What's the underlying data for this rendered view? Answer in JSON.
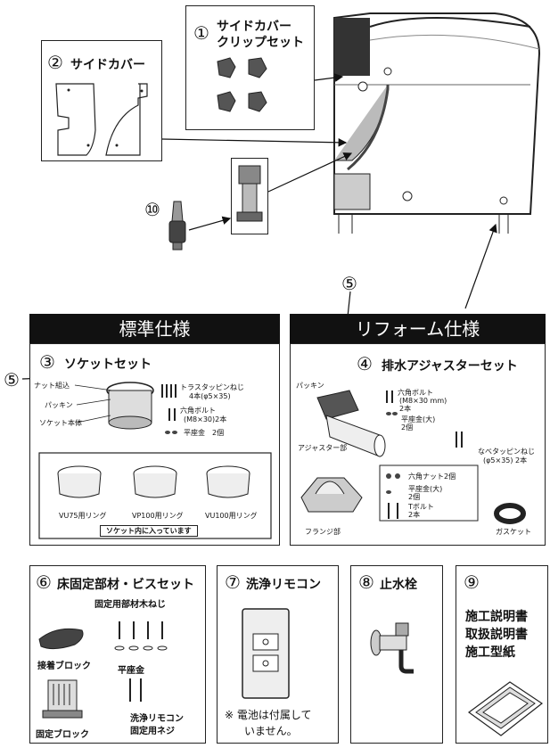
{
  "clip_set": {
    "num": "①",
    "title_line1": "サイドカバー",
    "title_line2": "クリップセット"
  },
  "side_cover": {
    "num": "②",
    "title": "サイドカバー"
  },
  "valve": {
    "num": "⑩"
  },
  "callout_5": "⑤",
  "standard": {
    "header": "標準仕様",
    "num": "③",
    "title": "ソケットセット",
    "nut_label": "ナット組込",
    "packing": "パッキン",
    "socket_body": "ソケット本体",
    "screw": "トラスタッピンねじ",
    "screw_qty": "4本(φ5×35)",
    "bolt": "六角ボルト",
    "bolt_qty": "(M8×30)2本",
    "washer": "平座金　2個",
    "rings": [
      "VU75用リング",
      "VP100用リング",
      "VU100用リング"
    ],
    "note": "ソケット内に入っています"
  },
  "reform": {
    "header": "リフォーム仕様",
    "num": "④",
    "title": "排水アジャスターセット",
    "packing": "パッキン",
    "adjuster": "アジャスター部",
    "bolt": "六角ボルト",
    "bolt_qty": "(M8×30 mm)",
    "bolt_count": "2本",
    "washer_large": "平座金(大)",
    "washer_large_qty": "2個",
    "pan_screw": "なべタッピンねじ",
    "pan_screw_qty": "(φ5×35) 2本",
    "hex_nut": "六角ナット2個",
    "washer_large2": "平座金(大)",
    "washer_large2_qty": "2個",
    "t_bolt": "Tボルト",
    "t_bolt_qty": "2本",
    "flange": "フランジ部",
    "gasket": "ガスケット"
  },
  "floor_set": {
    "num": "⑥",
    "title": "床固定部材・ビスセット",
    "wood_screw": "固定用部材木ねじ",
    "adhesive_block": "接着ブロック",
    "flat_washer": "平座金",
    "fixing_block": "固定ブロック",
    "remote_screw_1": "洗浄リモコン",
    "remote_screw_2": "固定用ネジ"
  },
  "remote": {
    "num": "⑦",
    "title": "洗浄リモコン",
    "note_1": "※ 電池は付属して",
    "note_2": "いません。"
  },
  "stop_valve": {
    "num": "⑧",
    "title": "止水栓"
  },
  "manuals": {
    "num": "⑨",
    "items": [
      "施工説明書",
      "取扱説明書",
      "施工型紙"
    ]
  }
}
